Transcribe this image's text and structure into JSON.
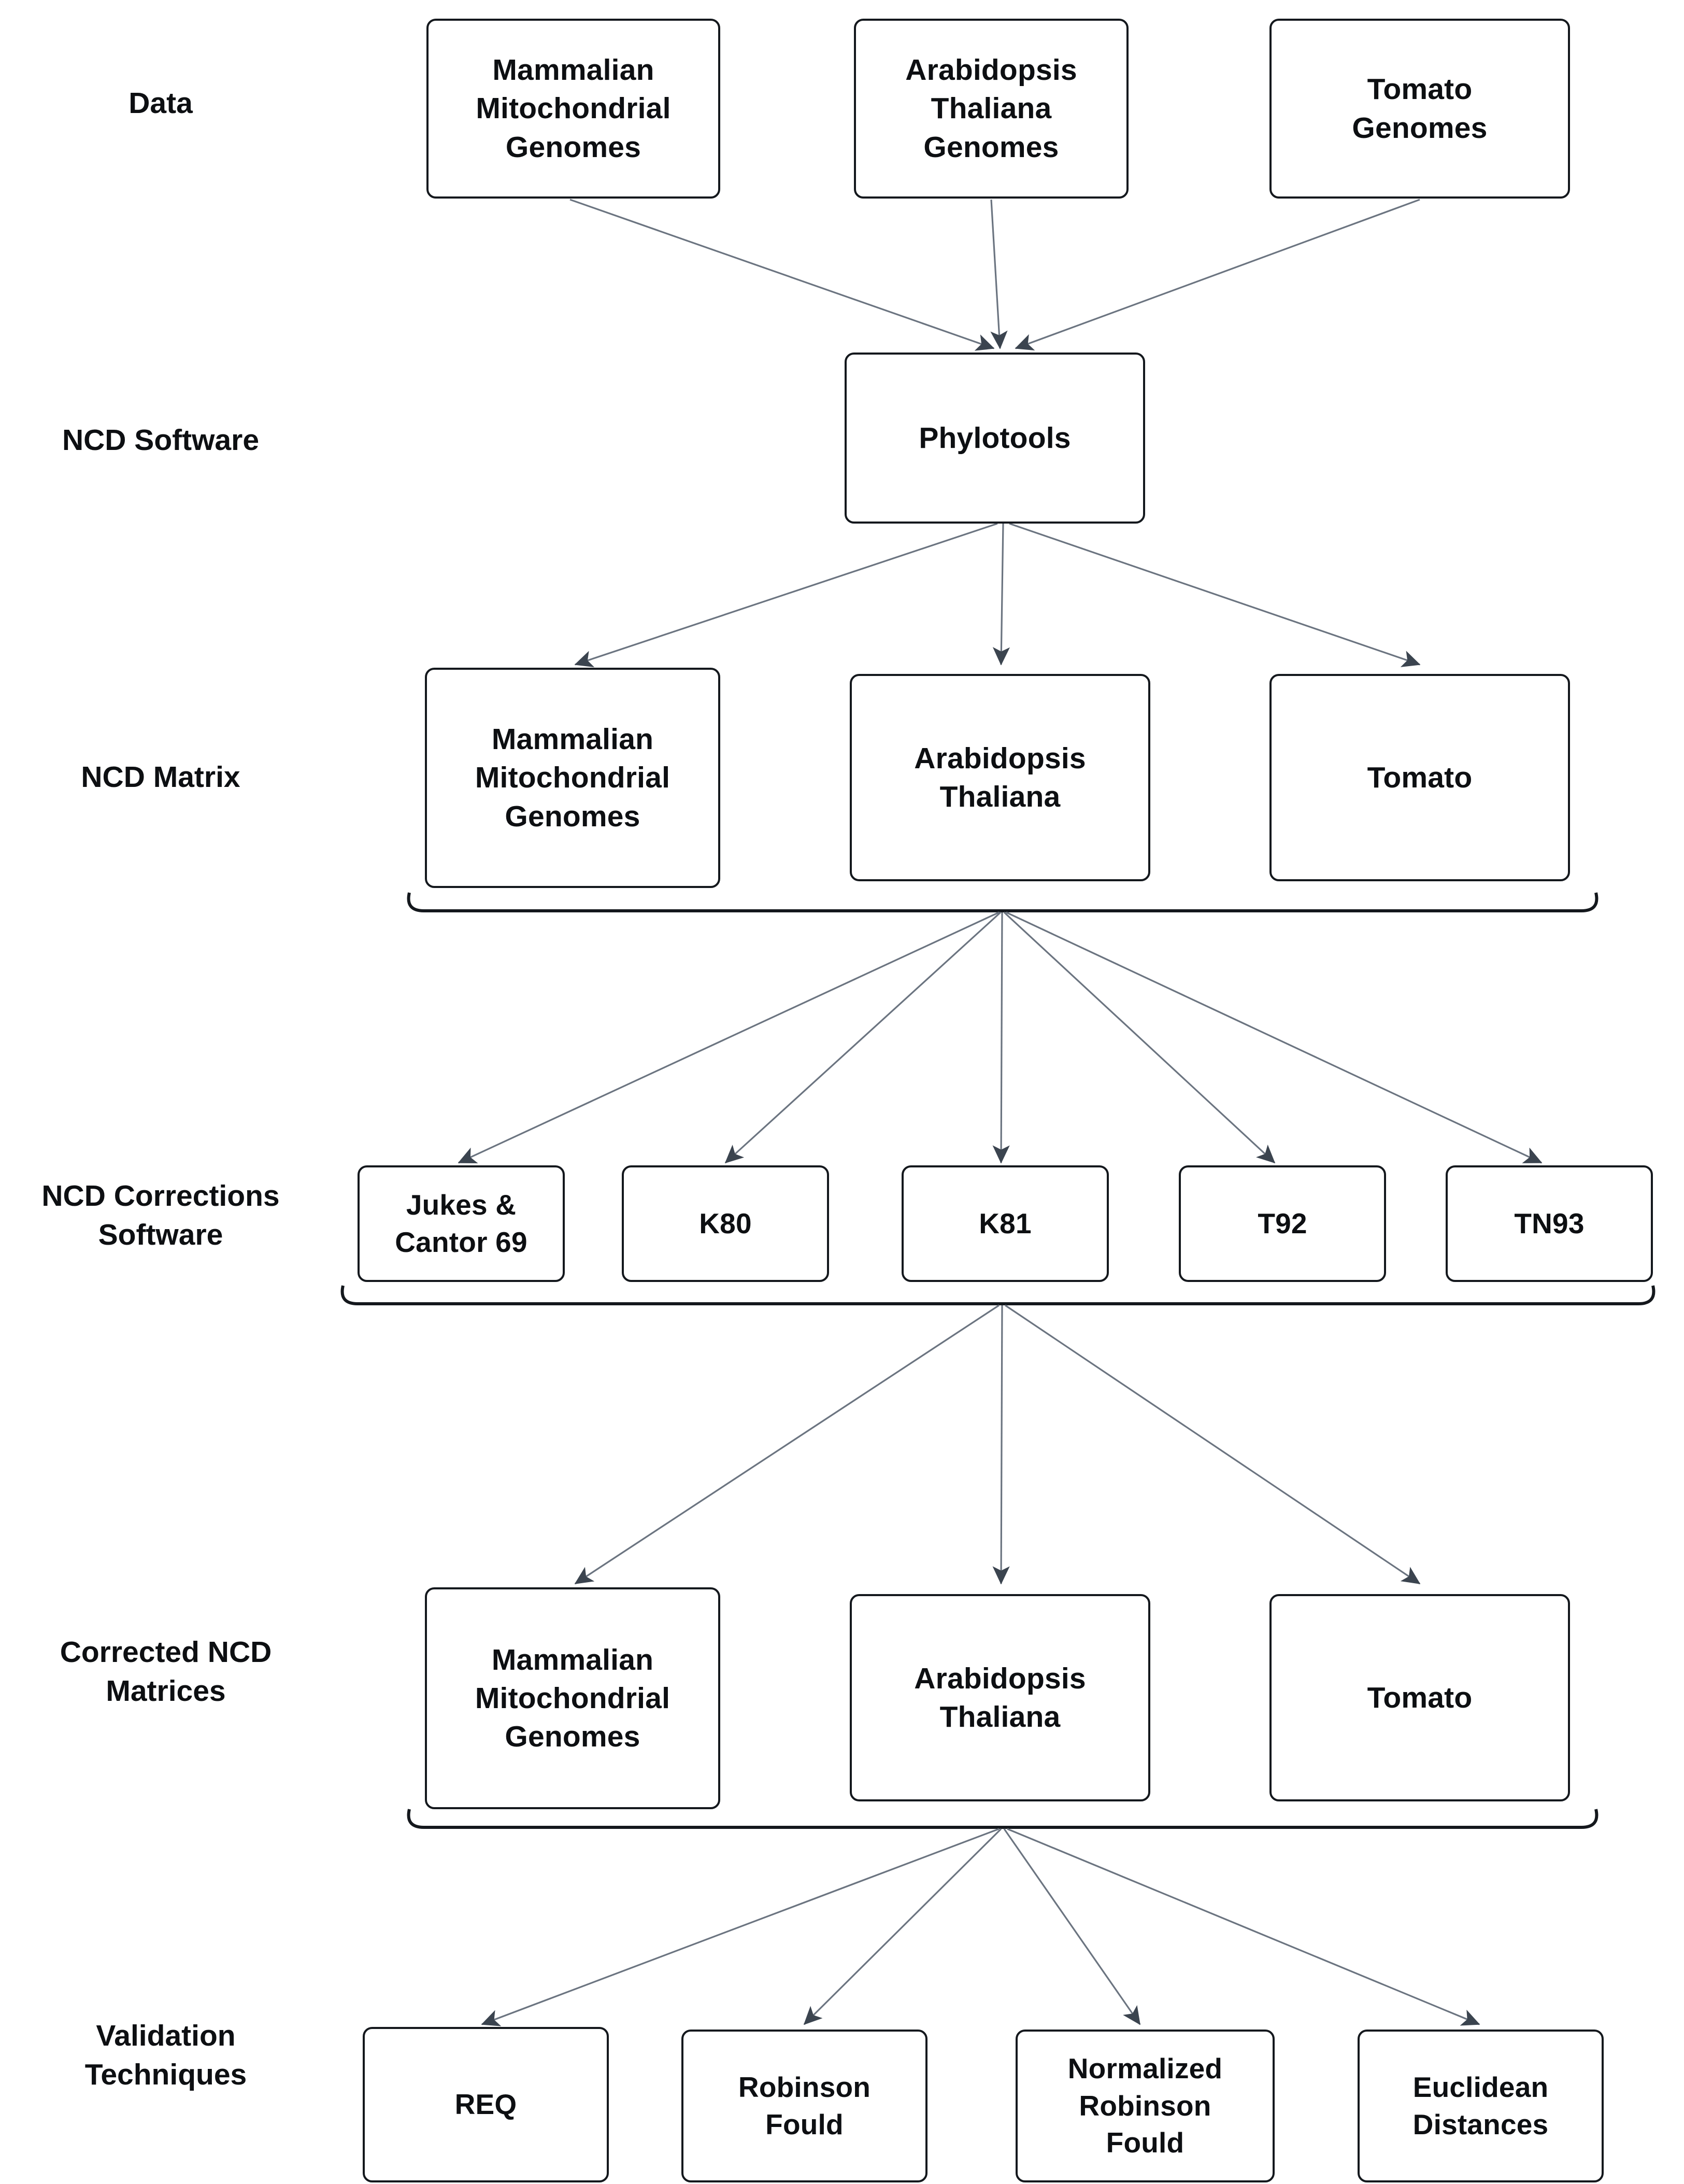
{
  "diagram": {
    "title": "NCD phylogenetic analysis pipeline flowchart",
    "stroke_color": "#14181d",
    "background_color": "#ffffff",
    "arrow_color": "#3b444f",
    "rows": [
      {
        "id": "data",
        "label": "Data",
        "nodes": [
          {
            "id": "data-mammalian",
            "label": "Mammalian\nMitochondrial\nGenomes"
          },
          {
            "id": "data-arabidopsis",
            "label": "Arabidopsis\nThaliana\nGenomes"
          },
          {
            "id": "data-tomato",
            "label": "Tomato\nGenomes"
          }
        ]
      },
      {
        "id": "ncd-software",
        "label": "NCD Software",
        "nodes": [
          {
            "id": "phylotools",
            "label": "Phylotools"
          }
        ]
      },
      {
        "id": "ncd-matrix",
        "label": "NCD Matrix",
        "nodes": [
          {
            "id": "matrix-mammalian",
            "label": "Mammalian\nMitochondrial\nGenomes"
          },
          {
            "id": "matrix-arabidopsis",
            "label": "Arabidopsis\nThaliana"
          },
          {
            "id": "matrix-tomato",
            "label": "Tomato"
          }
        ]
      },
      {
        "id": "ncd-corrections-software",
        "label": "NCD Corrections\nSoftware",
        "nodes": [
          {
            "id": "jukes-cantor-69",
            "label": "Jukes &\nCantor 69"
          },
          {
            "id": "k80",
            "label": "K80"
          },
          {
            "id": "k81",
            "label": "K81"
          },
          {
            "id": "t92",
            "label": "T92"
          },
          {
            "id": "tn93",
            "label": "TN93"
          }
        ]
      },
      {
        "id": "corrected-ncd-matrices",
        "label": "Corrected NCD\nMatrices",
        "nodes": [
          {
            "id": "corrected-mammalian",
            "label": "Mammalian\nMitochondrial\nGenomes"
          },
          {
            "id": "corrected-arabidopsis",
            "label": "Arabidopsis\nThaliana"
          },
          {
            "id": "corrected-tomato",
            "label": "Tomato"
          }
        ]
      },
      {
        "id": "validation-techniques",
        "label": "Validation\nTechniques",
        "nodes": [
          {
            "id": "req",
            "label": "REQ"
          },
          {
            "id": "robinson-fould",
            "label": "Robinson\nFould"
          },
          {
            "id": "normalized-robinson-fould",
            "label": "Normalized\nRobinson\nFould"
          },
          {
            "id": "euclidean-distances",
            "label": "Euclidean\nDistances"
          }
        ]
      }
    ]
  }
}
